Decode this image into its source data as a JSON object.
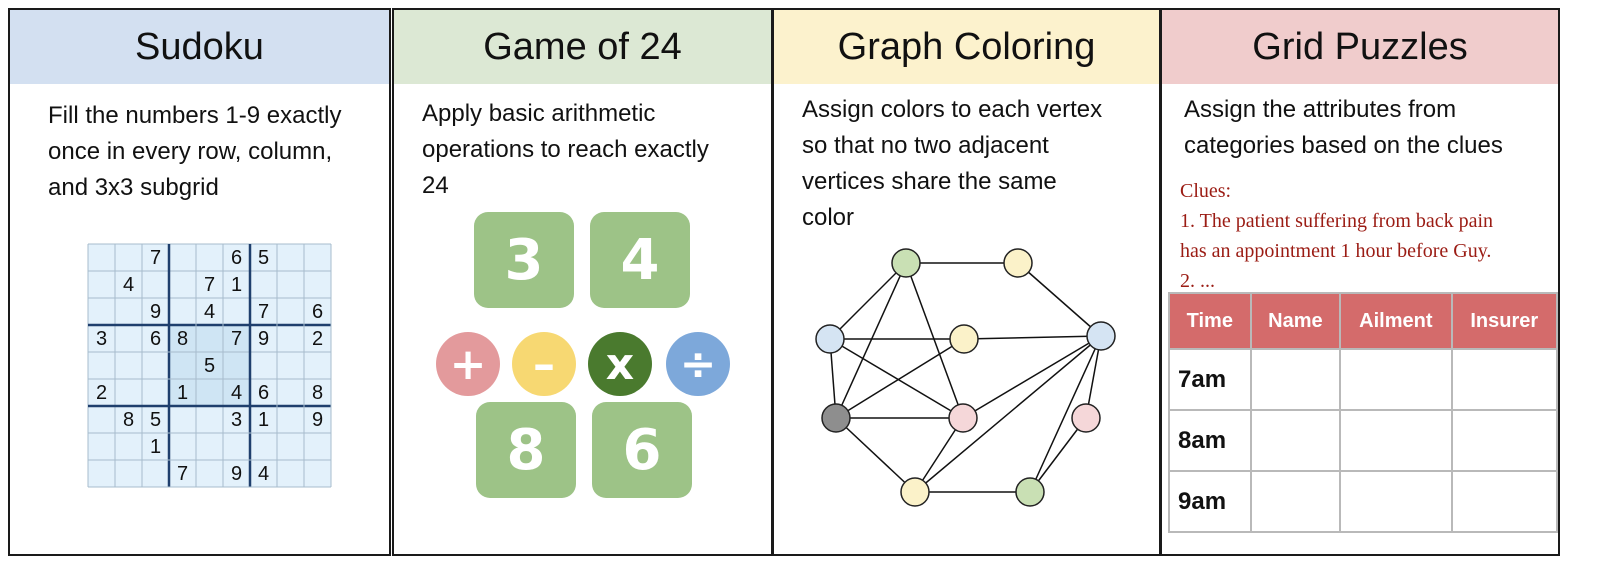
{
  "sudoku": {
    "title": "Sudoku",
    "description_lines": [
      "Fill the numbers 1-9 exactly",
      "once in every row, column,",
      "and 3x3 subgrid"
    ],
    "grid": [
      [
        "",
        "",
        "7",
        "",
        "",
        "6",
        "5",
        "",
        ""
      ],
      [
        "",
        "4",
        "",
        "",
        "7",
        "1",
        "",
        "",
        ""
      ],
      [
        "",
        "",
        "9",
        "",
        "4",
        "",
        "7",
        "",
        "6"
      ],
      [
        "3",
        "",
        "6",
        "8",
        "",
        "7",
        "9",
        "",
        "2"
      ],
      [
        "",
        "",
        "",
        "",
        "5",
        "",
        "",
        "",
        ""
      ],
      [
        "2",
        "",
        "",
        "1",
        "",
        "4",
        "6",
        "",
        "8"
      ],
      [
        "",
        "8",
        "5",
        "",
        "",
        "3",
        "1",
        "",
        "9"
      ],
      [
        "",
        "",
        "1",
        "",
        "",
        "",
        "",
        "",
        ""
      ],
      [
        "",
        "",
        "",
        "7",
        "",
        "9",
        "4",
        "",
        ""
      ]
    ],
    "colors": {
      "header": "#d3e0f1",
      "cell_light": "#e3f1fb",
      "cell_mid": "#cfe5f4",
      "line_thick": "#1f3f6d",
      "line_thin": "#a7bccd"
    }
  },
  "game24": {
    "title": "Game of 24",
    "description_lines": [
      "Apply basic arithmetic",
      "operations to reach exactly",
      "24"
    ],
    "numbers": [
      "3",
      "4",
      "8",
      "6"
    ],
    "operators": [
      {
        "symbol": "+",
        "color": "#e39a9c"
      },
      {
        "symbol": "–",
        "color": "#f7d872"
      },
      {
        "symbol": "x",
        "color": "#4a7a2e"
      },
      {
        "symbol": "÷",
        "color": "#7da8da"
      }
    ],
    "colors": {
      "header": "#dce8d4",
      "tile": "#9dc387"
    }
  },
  "graph": {
    "title": "Graph Coloring",
    "description_lines": [
      "Assign colors to each vertex",
      "so that no two adjacent",
      "vertices share the same",
      "color"
    ],
    "vertex_colors": [
      "#c9e0b4",
      "#fbf2c9",
      "#d5e4f3",
      "#fbf2c9",
      "#d5e4f3",
      "#8e8e8e",
      "#f5d7d9",
      "#f5d7d9",
      "#fbf2c9",
      "#c9e0b4"
    ],
    "colors": {
      "header": "#fcf2cd"
    }
  },
  "grid": {
    "title": "Grid Puzzles",
    "description_lines": [
      "Assign the attributes from",
      "categories based on the clues"
    ],
    "clues_label": "Clues:",
    "clue_lines": [
      "1. The patient suffering from back pain",
      "has an appointment 1 hour before Guy.",
      "2. ..."
    ],
    "columns": [
      "Time",
      "Name",
      "Ailment",
      "Insurer"
    ],
    "rows": [
      "7am",
      "8am",
      "9am"
    ],
    "colors": {
      "header": "#f0cccc",
      "table_header": "#d46b6b"
    }
  }
}
